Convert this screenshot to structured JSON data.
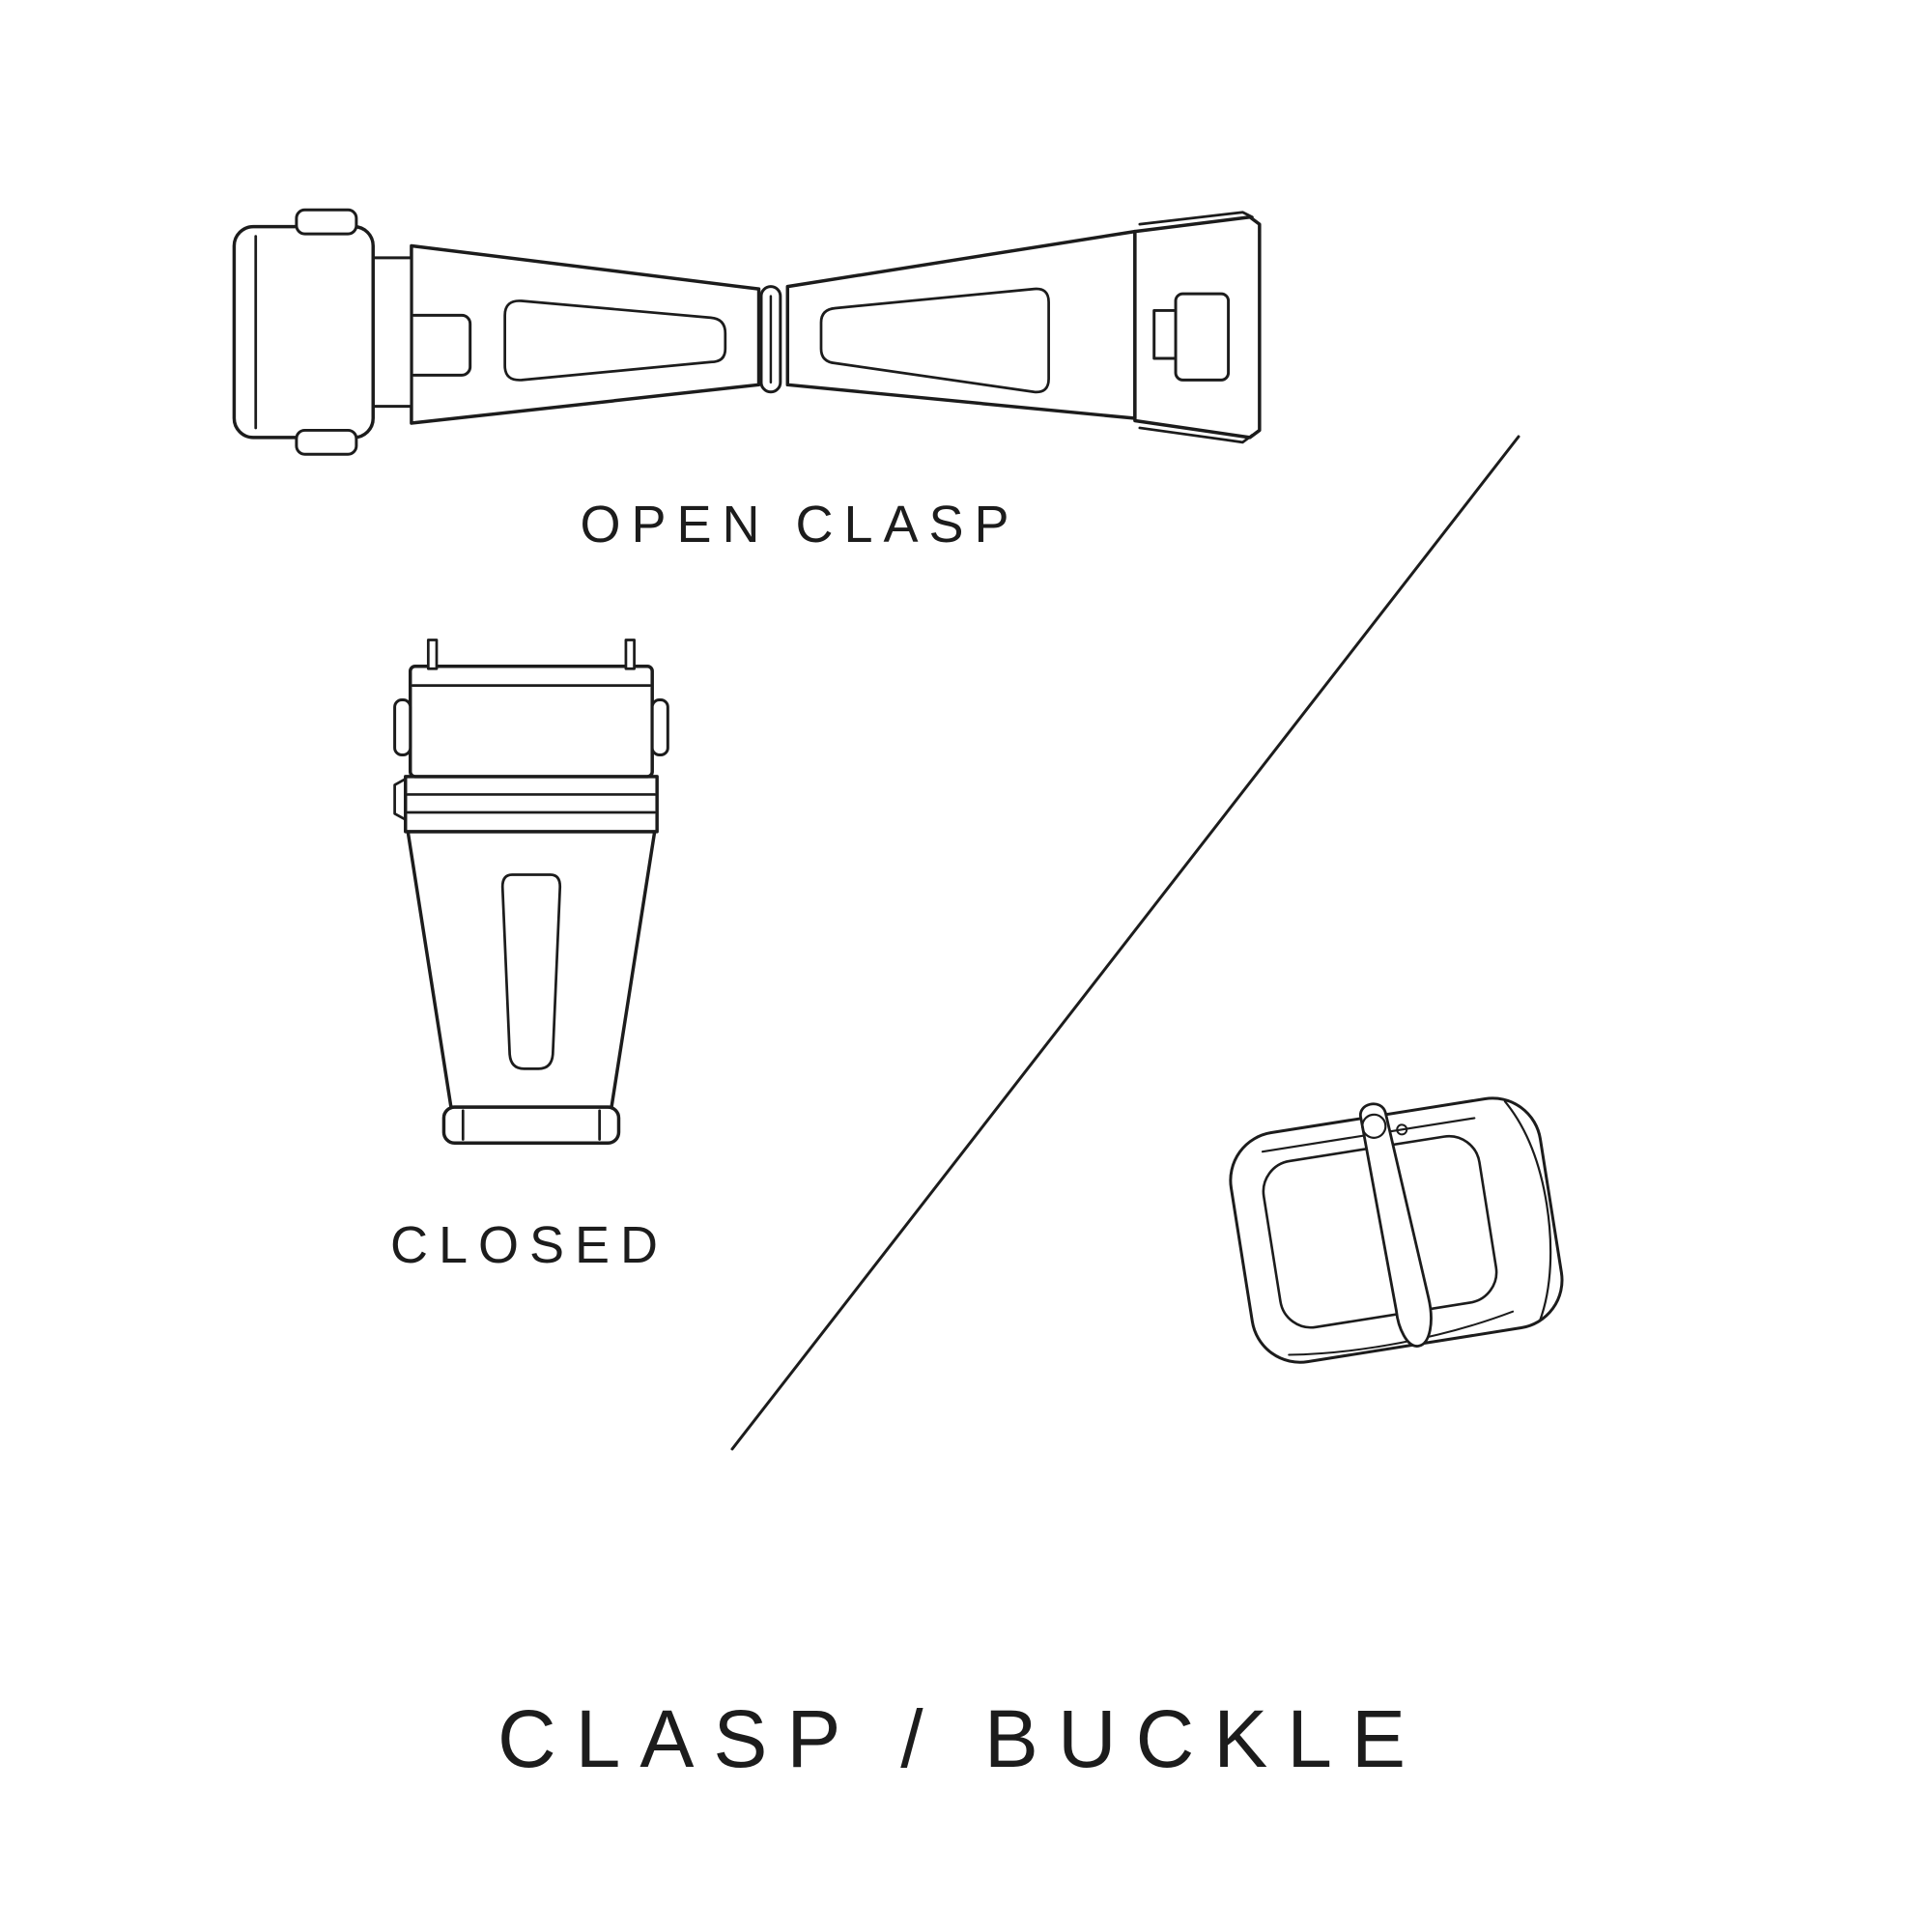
{
  "colors": {
    "background": "#ffffff",
    "line": "#1c1c1c"
  },
  "labels": {
    "open_clasp": "OPEN CLASP",
    "closed": "CLOSED",
    "title": "CLASP / BUCKLE"
  },
  "illustrations": [
    {
      "name": "open-clasp",
      "caption": "OPEN CLASP"
    },
    {
      "name": "closed-clasp",
      "caption": "CLOSED"
    },
    {
      "name": "tang-buckle",
      "caption": ""
    }
  ]
}
